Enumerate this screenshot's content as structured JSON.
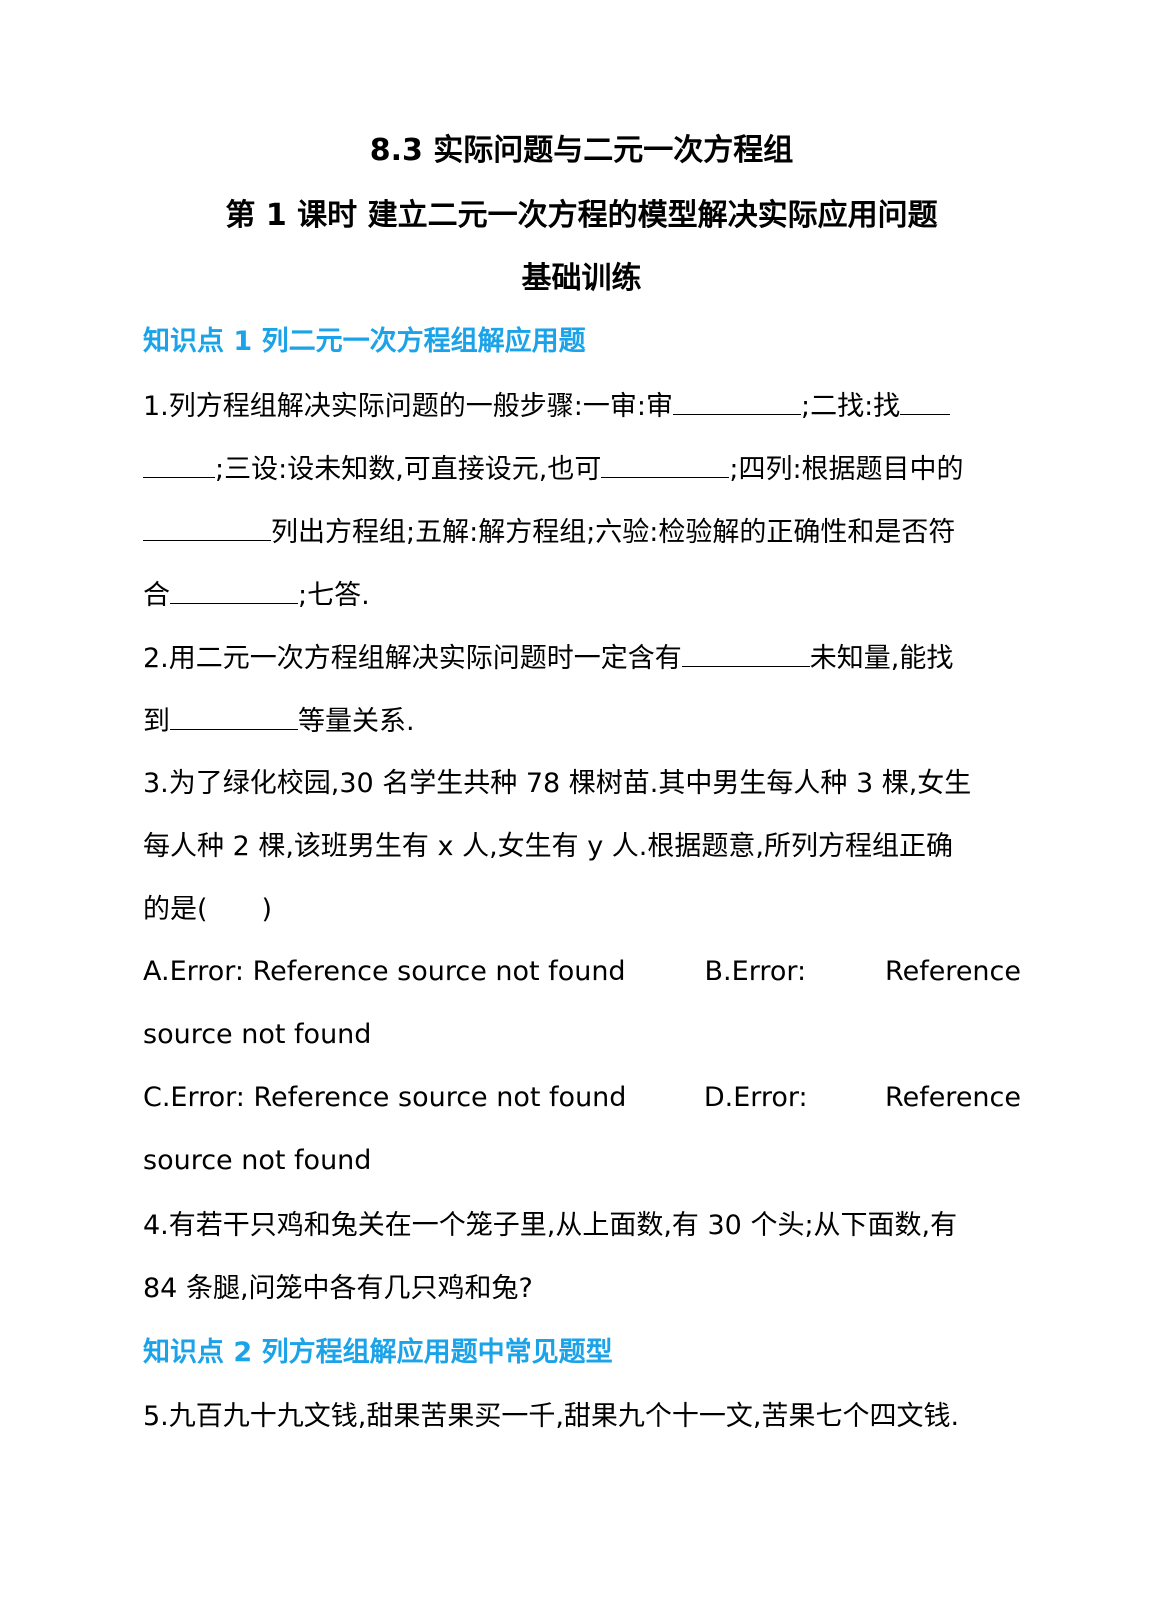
{
  "title": "8.3 实际问题与二元一次方程组",
  "subtitle": "第 1 课时 建立二元一次方程的模型解决实际应用问题",
  "section_label": "基础训练",
  "k1": "知识点 1 列二元一次方程组解应用题",
  "q1": {
    "l1a": "1.列方程组解决实际问题的一般步骤:一审:审",
    "l1b": ";二找:找",
    "l2a": ";三设:设未知数,可直接设元,也可",
    "l2b": ";四列:根据题目中的",
    "l3": "列出方程组;五解:解方程组;六验:检验解的正确性和是否符",
    "l4a": "合",
    "l4b": ";七答."
  },
  "q2": {
    "l1a": "2.用二元一次方程组解决实际问题时一定含有",
    "l1b": "未知量,能找",
    "l2a": "到",
    "l2b": "等量关系."
  },
  "q3": {
    "l1": "3.为了绿化校园,30 名学生共种 78 棵树苗.其中男生每人种 3 棵,女生",
    "l2": "每人种 2 棵,该班男生有 x 人,女生有 y 人.根据题意,所列方程组正确",
    "l3": "的是(　　)",
    "optA": "A.Error: Reference source not found",
    "optB_a": "B.Error:",
    "optB_b": "Reference",
    "optB_c": "source not found",
    "optC": "C.Error: Reference source not found",
    "optD_a": "D.Error:",
    "optD_b": "Reference",
    "optD_c": "source not found"
  },
  "q4": {
    "l1": "4.有若干只鸡和兔关在一个笼子里,从上面数,有 30 个头;从下面数,有",
    "l2": "84 条腿,问笼中各有几只鸡和兔?"
  },
  "k2": "知识点 2 列方程组解应用题中常见题型",
  "q5": {
    "l1": "5.九百九十九文钱,甜果苦果买一千,甜果九个十一文,苦果七个四文钱."
  },
  "colors": {
    "section_heading": "#1aa3e8",
    "text": "#000000"
  }
}
